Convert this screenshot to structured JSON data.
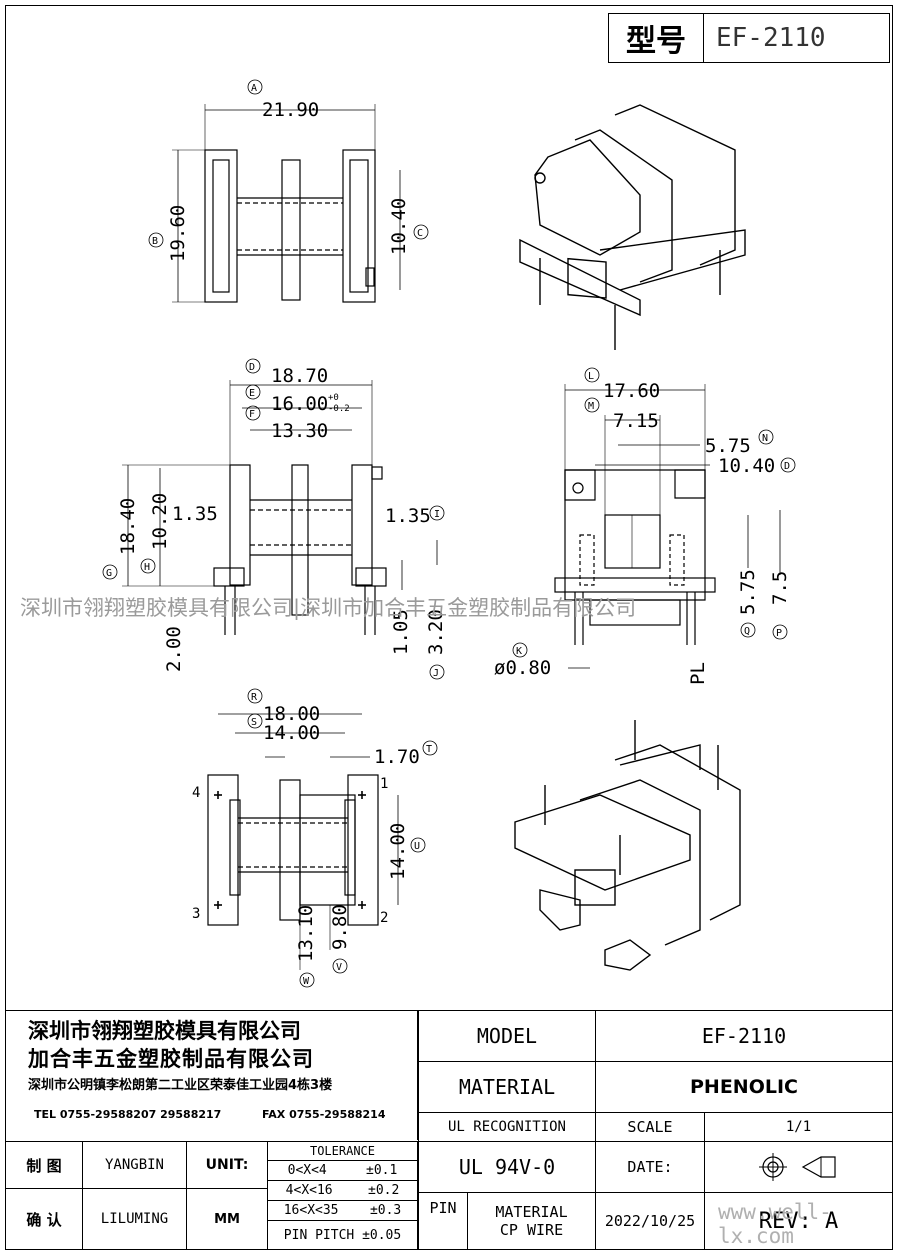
{
  "header": {
    "model_label": "型号",
    "model_value": "EF-2110"
  },
  "dims": {
    "view1": {
      "A_letter": "A",
      "A": "21.90",
      "B_letter": "B",
      "B": "19.60",
      "C_letter": "C",
      "C": "10.40"
    },
    "view2": {
      "D_letter": "D",
      "D": "18.70",
      "E_letter": "E",
      "E": "16.00",
      "E_tol_plus": "+0",
      "E_tol_minus": "-0.2",
      "F_letter": "F",
      "F": "13.30",
      "G_letter": "G",
      "G": "18.40",
      "H_letter": "H",
      "H": "10.20",
      "I_letter": "I",
      "dim_135_left": "1.35",
      "dim_135_right": "1.35",
      "dim_200": "2.00",
      "dim_105": "1.05",
      "J_letter": "J",
      "J": "3.20"
    },
    "view3": {
      "L_letter": "L",
      "L": "17.60",
      "M_letter": "M",
      "M": "7.15",
      "N_letter": "N",
      "N": "5.75",
      "D_letter": "D",
      "D": "10.40",
      "K_letter": "K",
      "K": "ø0.80",
      "PL": "PL",
      "Q_letter": "Q",
      "Q": "5.75",
      "P_letter": "P",
      "P": "7.5"
    },
    "view4": {
      "R_letter": "R",
      "R": "18.00",
      "S_letter": "S",
      "S": "14.00",
      "T_letter": "T",
      "T": "1.70",
      "U_letter": "U",
      "U": "14.00",
      "W_letter": "W",
      "W": "13.10",
      "V_letter": "V",
      "V": "9.80",
      "pin1": "1",
      "pin2": "2",
      "pin3": "3",
      "pin4": "4"
    }
  },
  "watermark": {
    "center": "深圳市翎翔塑胶模具有限公司|深圳市加合丰五金塑胶制品有限公司",
    "bottom": "www.well-lx.com"
  },
  "title_block": {
    "company1": "深圳市翎翔塑胶模具有限公司",
    "company2": "加合丰五金塑胶制品有限公司",
    "address": "深圳市公明镇李松朗第二工业区荣泰佳工业园4栋3楼",
    "tel": "TEL 0755-29588207 29588217",
    "fax": "FAX 0755-29588214",
    "model_label": "MODEL",
    "model_value": "EF-2110",
    "material_label": "MATERIAL",
    "material_value": "PHENOLIC",
    "ul_label": "UL RECOGNITION",
    "ul_value": "UL 94V-0",
    "scale_label": "SCALE",
    "scale_value": "1/1",
    "date_label": "DATE:",
    "date_value": "2022/10/25",
    "rev": "REV: A",
    "draw_label": "制 图",
    "draw_name": "YANGBIN",
    "check_label": "确 认",
    "check_name": "LILUMING",
    "unit_label": "UNIT:",
    "unit_value": "MM",
    "tolerance_title": "TOLERANCE",
    "tol": [
      {
        "range": "0<X<4",
        "val": "±0.1"
      },
      {
        "range": "4<X<16",
        "val": "±0.2"
      },
      {
        "range": "16<X<35",
        "val": "±0.3"
      }
    ],
    "pin_pitch": "PIN PITCH ±0.05",
    "pin_label": "PIN",
    "pin_material_label": "MATERIAL",
    "pin_material_value": "CP  WIRE"
  }
}
